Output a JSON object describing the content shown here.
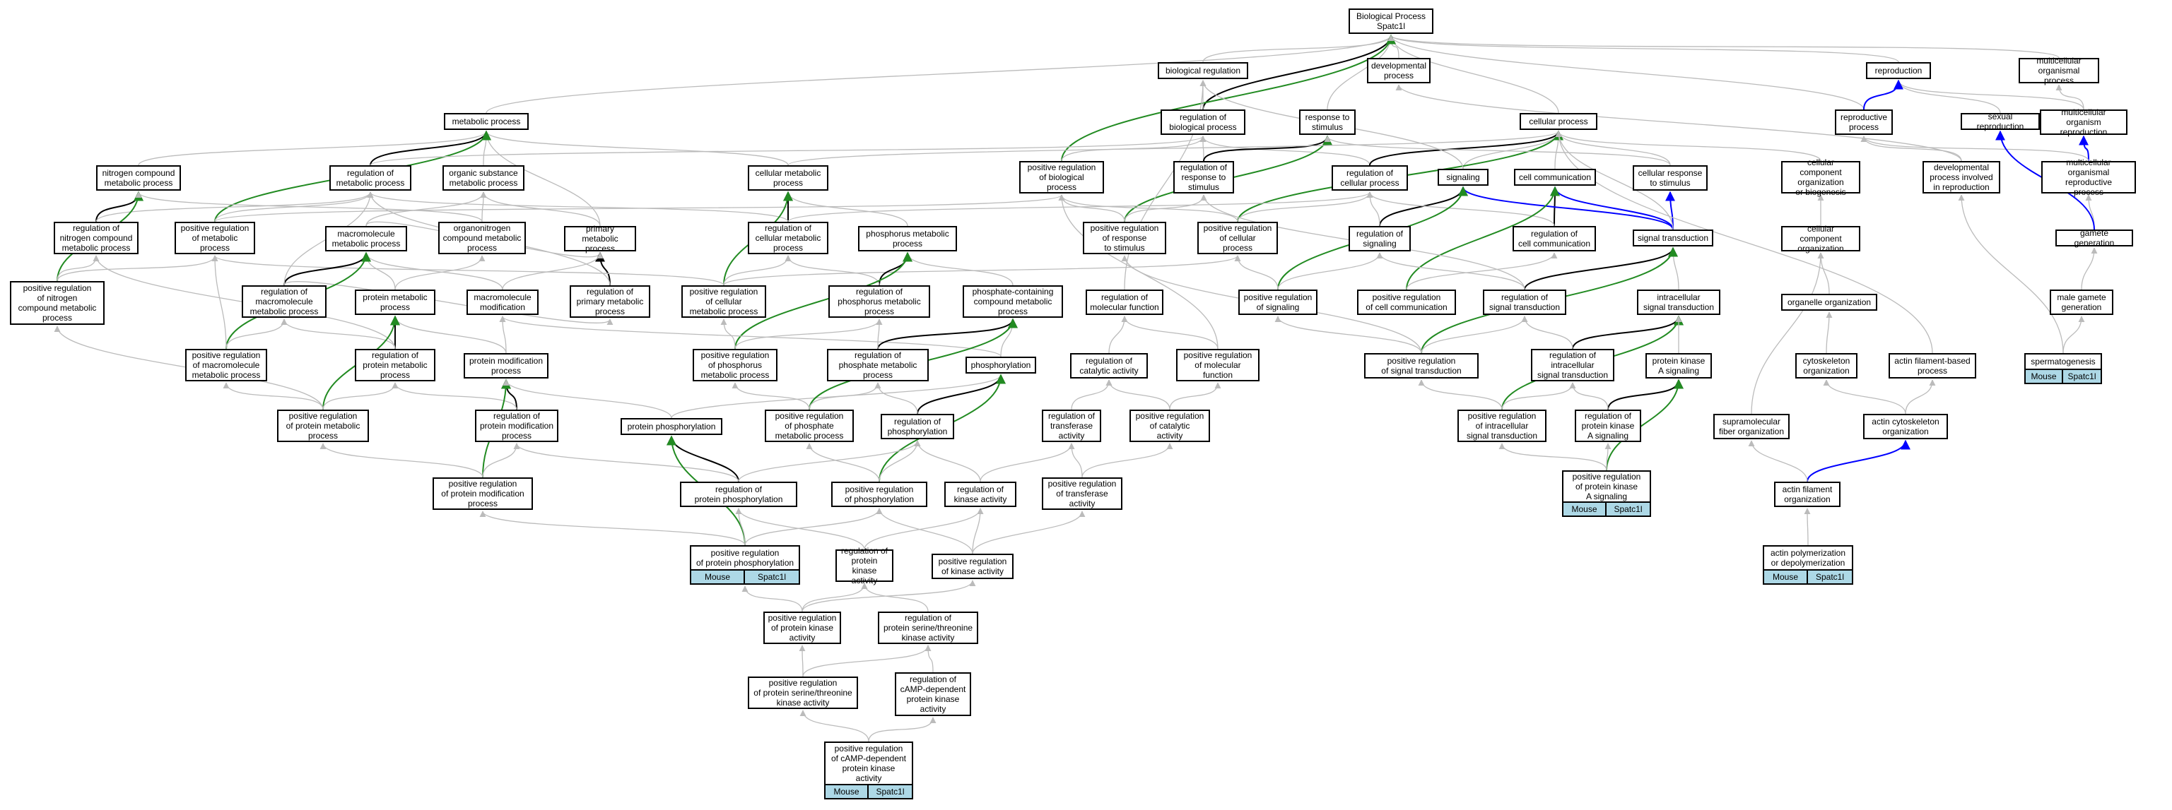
{
  "nodes": {
    "bp": "Biological Process\nSpatc1l",
    "bioreg": "biological regulation",
    "devproc": "developmental\nprocess",
    "repro": "reproduction",
    "multiorg": "multicellular\norganismal process",
    "metab": "metabolic process",
    "regbio": "regulation of\nbiological process",
    "resp": "response to\nstimulus",
    "cellproc": "cellular process",
    "reproproc": "reproductive\nprocess",
    "sexrep": "sexual reproduction",
    "multirep": "multicellular\norganism reproduction",
    "nitro": "nitrogen compound\nmetabolic process",
    "regmet": "regulation of\nmetabolic process",
    "orgsub": "organic substance\nmetabolic process",
    "cellmet": "cellular metabolic\nprocess",
    "posregbio": "positive regulation\nof biological\nprocess",
    "regresp": "regulation of\nresponse to\nstimulus",
    "regcell": "regulation of\ncellular process",
    "signaling": "signaling",
    "cellcomm": "cell communication",
    "cellresp": "cellular response\nto stimulus",
    "ccorg": "cellular component\norganization\nor biogenesis",
    "devrep": "developmental\nprocess involved\nin reproduction",
    "multirepproc": "multicellular\norganismal reproductive\nprocess",
    "regnitro": "regulation of\nnitrogen compound\nmetabolic process",
    "posregmet": "positive regulation\nof metabolic\nprocess",
    "macro": "macromolecule\nmetabolic process",
    "organonit": "organonitrogen\ncompound metabolic\nprocess",
    "primary": "primary metabolic\nprocess",
    "regcellmet": "regulation of\ncellular metabolic\nprocess",
    "phosmet": "phosphorus metabolic\nprocess",
    "posregresp": "positive regulation\nof response\nto stimulus",
    "posregcell": "positive regulation\nof cellular\nprocess",
    "regsig": "regulation of\nsignaling",
    "regcellcomm": "regulation of\ncell communication",
    "sigtrans": "signal transduction",
    "ccorg2": "cellular component\norganization",
    "gamete": "gamete generation",
    "posregnitro": "positive regulation\nof nitrogen\ncompound metabolic\nprocess",
    "regmacro": "regulation of\nmacromolecule\nmetabolic process",
    "protmet": "protein metabolic\nprocess",
    "macromod": "macromolecule\nmodification",
    "regprim": "regulation of\nprimary metabolic\nprocess",
    "posregcellmet": "positive regulation\nof cellular\nmetabolic process",
    "regphosmet": "regulation of\nphosphorus metabolic\nprocess",
    "phoscont": "phosphate-containing\ncompound metabolic\nprocess",
    "regmolfn": "regulation of\nmolecular function",
    "posregsig": "positive regulation\nof signaling",
    "posregcellcomm": "positive regulation\nof cell communication",
    "regsigtrans": "regulation of\nsignal transduction",
    "intrasig": "intracellular\nsignal transduction",
    "organelle": "organelle organization",
    "malegam": "male gamete\ngeneration",
    "posregmacro": "positive regulation\nof macromolecule\nmetabolic process",
    "regprotmet": "regulation of\nprotein metabolic\nprocess",
    "protmod": "protein modification\nprocess",
    "posregphosmet": "positive regulation\nof phosphorus\nmetabolic process",
    "regphosphate": "regulation of\nphosphate metabolic\nprocess",
    "phosphorylation": "phosphorylation",
    "regcat": "regulation of\ncatalytic activity",
    "posregmolfn": "positive regulation\nof molecular\nfunction",
    "posregsigtrans": "positive regulation\nof signal transduction",
    "regintra": "regulation of\nintracellular\nsignal transduction",
    "pka": "protein kinase\nA signaling",
    "cytoskel": "cytoskeleton\norganization",
    "actinfil": "actin filament-based\nprocess",
    "spermato": "spermatogenesis",
    "posregprotmet": "positive regulation\nof protein metabolic\nprocess",
    "regprotmod": "regulation of\nprotein modification\nprocess",
    "protphos": "protein phosphorylation",
    "posregphosphate": "positive regulation\nof phosphate\nmetabolic process",
    "regphosphorylation": "regulation of\nphosphorylation",
    "regtransf": "regulation of\ntransferase\nactivity",
    "posregcat": "positive regulation\nof catalytic\nactivity",
    "posregintra": "positive regulation\nof intracellular\nsignal transduction",
    "regpka": "regulation of\nprotein kinase\nA signaling",
    "supramol": "supramolecular\nfiber organization",
    "actincyto": "actin cytoskeleton\norganization",
    "posregprotmod": "positive regulation\nof protein modification\nprocess",
    "regprotphos": "regulation of\nprotein phosphorylation",
    "posregphosphorylation": "positive regulation\nof phosphorylation",
    "regkinase": "regulation of\nkinase activity",
    "posregtransf": "positive regulation\nof transferase\nactivity",
    "posregpka": "positive regulation\nof protein kinase\nA signaling",
    "actinfilorg": "actin filament\norganization",
    "posregprotphos": "positive regulation\nof protein phosphorylation",
    "regprotkin": "regulation of\nprotein kinase\nactivity",
    "posregkinase": "positive regulation\nof kinase activity",
    "actinpoly": "actin polymerization\nor depolymerization",
    "posregprotkin": "positive regulation\nof protein kinase\nactivity",
    "regserthr": "regulation of\nprotein serine/threonine\nkinase activity",
    "posregserthr": "positive regulation\nof protein serine/threonine\nkinase activity",
    "regcamp": "regulation of\ncAMP-dependent\nprotein kinase\nactivity",
    "posregcamp": "positive regulation\nof cAMP-dependent\nprotein kinase\nactivity"
  },
  "badges": {
    "species": "Mouse",
    "gene": "Spatc1l"
  },
  "colors": {
    "is_a": "#bbbbbb",
    "part_of": "#000000",
    "positively_regulates": "#228b22",
    "occurs_in": "#0000ff",
    "badge_fill": "#add8e6"
  }
}
